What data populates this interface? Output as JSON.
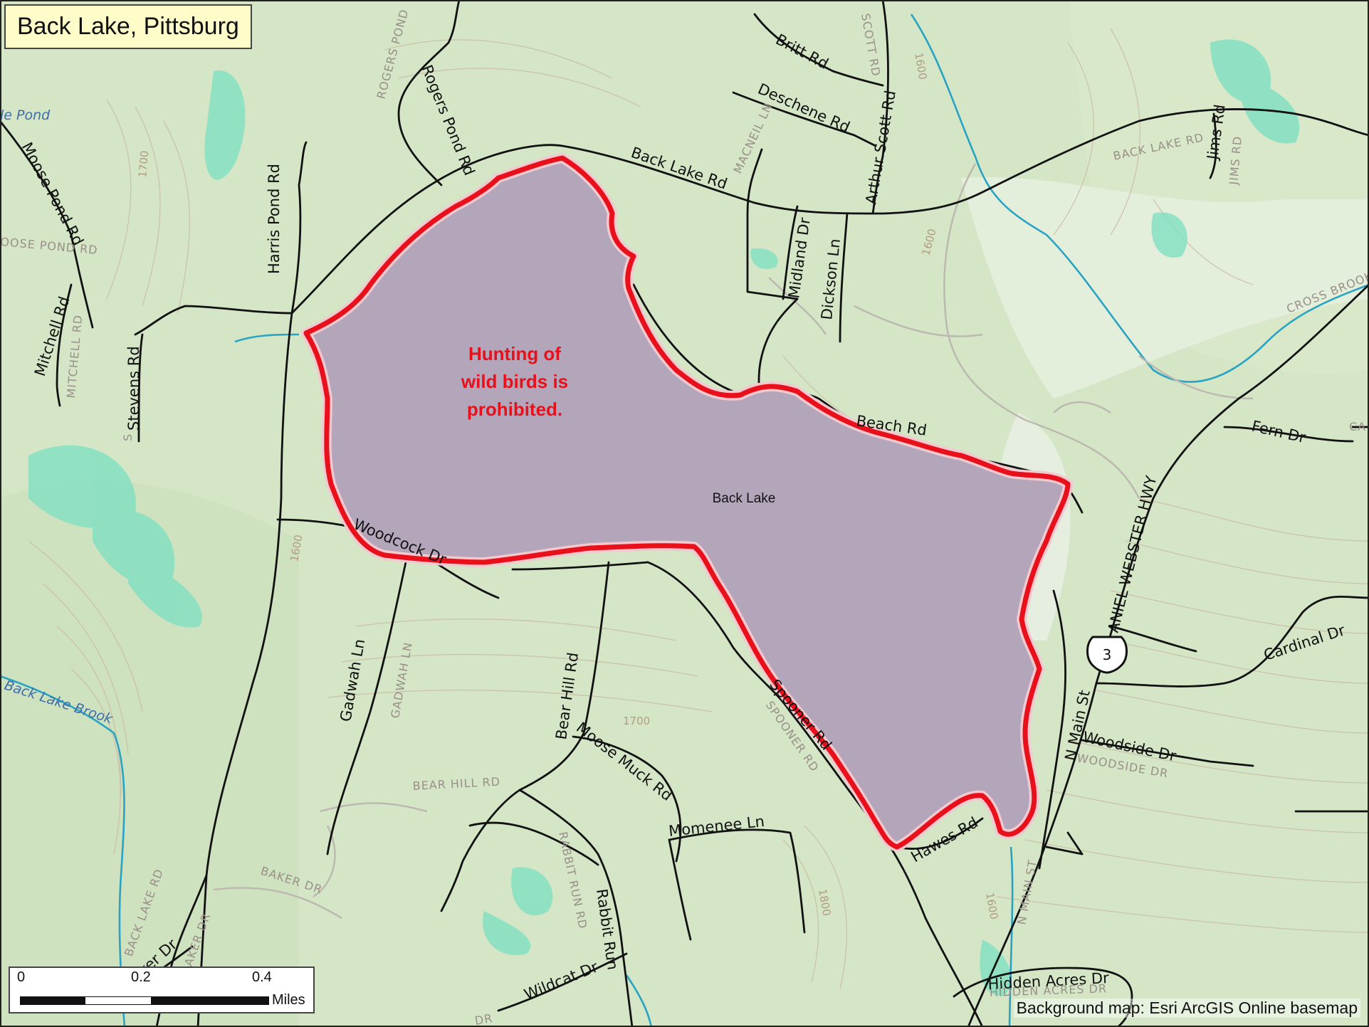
{
  "title": "Back Lake, Pittsburg",
  "lake_name": "Back Lake",
  "notice": {
    "line1": "Hunting of",
    "line2": "wild birds is",
    "line3": "prohibited.",
    "color": "#e8101b"
  },
  "roads": {
    "britt": "Britt Rd",
    "deschene": "Deschene Rd",
    "arthur_scott": "Arthur Scott Rd",
    "back_lake_rd": "Back Lake Rd",
    "rogers_pond": "Rogers Pond Rd",
    "harris_pond": "Harris Pond Rd",
    "moose_pond": "Moose Pond Rd",
    "mitchell": "Mitchell Rd",
    "stevens": "Stevens Rd",
    "midland": "Midland Dr",
    "dickson": "Dickson Ln",
    "jims": "Jims Rd",
    "beach": "Beach Rd",
    "fern": "Fern Dr",
    "woodcock": "Woodcock Dr",
    "gadwah": "Gadwah Ln",
    "bear_hill": "Bear Hill Rd",
    "moose_muck": "Moose Muck Rd",
    "spooner": "Spooner Rd",
    "momenee": "Momenee Ln",
    "hawes": "Hawes Rd",
    "n_main": "N Main St",
    "daniel_webster": "ANIEL WEBSTER HWY",
    "cardinal": "Cardinal Dr",
    "woodside": "Woodside Dr",
    "hidden_acres": "Hidden Acres Dr",
    "rabbit_run": "Rabbit Run",
    "wildcat": "Wildcat Dr",
    "baker_partial": "ker Dr"
  },
  "ghost_labels": {
    "rogers_pond": "ROGERS POND",
    "macneil": "MACNEIL LN",
    "scott": "SCOTT RD",
    "back_lake_rd": "BACK LAKE RD",
    "jims": "JIMS RD",
    "moose_pond": "OOSE POND RD",
    "mitchell": "MITCHELL RD",
    "stevens": "S",
    "cross_brook": "CROSS BROOK",
    "gadwah": "GADWAH LN",
    "bear_hill": "BEAR HILL RD",
    "spooner": "SPOONER RD",
    "woodside": "WOODSIDE DR",
    "rabbit_run": "RABBIT RUN RD",
    "baker": "BAKER DR",
    "back_lake_rd_sw": "BACK LAKE RD",
    "baker_sw": "BAKER DR",
    "n_main": "N MAIN ST",
    "hidden_acres": "HIDDEN ACRES DR",
    "ca": "CA",
    "dr": "DR"
  },
  "water_labels": {
    "pond": "le Pond",
    "brook": "Back Lake Brook"
  },
  "contours": {
    "c1": "1700",
    "c2": "1600",
    "c3": "1600",
    "c4": "1600",
    "c5": "1700",
    "c6": "1800",
    "c7": "1600"
  },
  "route_shield": "3",
  "scale": {
    "t0": "0",
    "t1": "0.2",
    "t2": "0.4",
    "unit": "Miles"
  },
  "credit": "Background map: Esri ArcGIS Online basemap",
  "colors": {
    "land": "#d4e6c6",
    "lake_fill": "#b3a6ba",
    "boundary": "#e8101b",
    "water_wetland": "#7fe0c2",
    "stream": "#29a3c4",
    "road": "#111111",
    "title_bg": "#fefcc9"
  }
}
